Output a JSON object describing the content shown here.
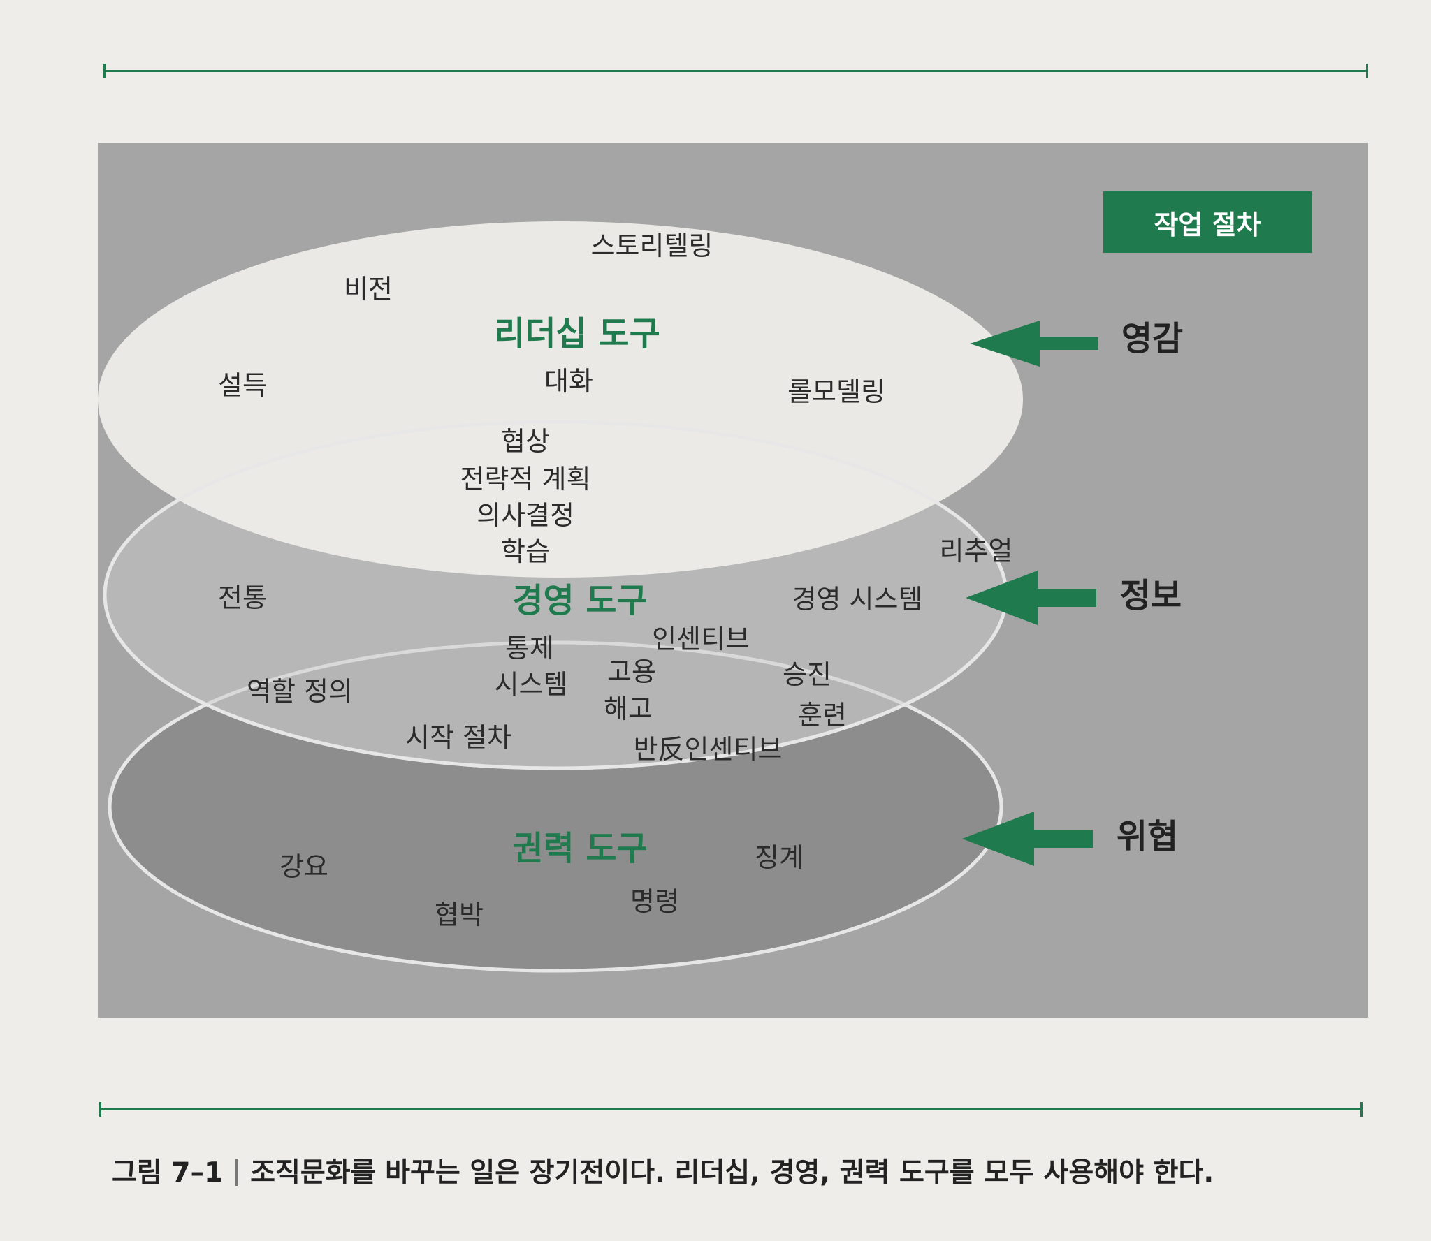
{
  "work_procedure_label": "작업 절차",
  "tools": {
    "leadership": {
      "title": "리더십 도구",
      "items": [
        "스토리텔링",
        "비전",
        "설득",
        "대화",
        "롤모델링"
      ]
    },
    "management": {
      "title": "경영 도구",
      "items": [
        "협상",
        "전략적 계획",
        "의사결정",
        "학습",
        "리추얼",
        "전통",
        "경영 시스템",
        "통제",
        "시스템",
        "인센티브",
        "고용",
        "해고",
        "승진",
        "훈련",
        "역할 정의",
        "시작 절차",
        "반反인센티브"
      ]
    },
    "power": {
      "title": "권력 도구",
      "items": [
        "강요",
        "징계",
        "협박",
        "명령"
      ]
    }
  },
  "drivers": [
    "영감",
    "정보",
    "위협"
  ],
  "caption": {
    "figure_number": "그림 7–1",
    "text": "조직문화를 바꾸는 일은 장기전이다. 리더십, 경영, 권력 도구를 모두 사용해야 한다."
  },
  "colors": {
    "accent_green": "#1f7a4d",
    "panel_gray": "#a5a5a5",
    "leadership_fill": "#ecebe8",
    "management_fill": "#b9b9b9",
    "power_fill": "#8d8d8d"
  }
}
